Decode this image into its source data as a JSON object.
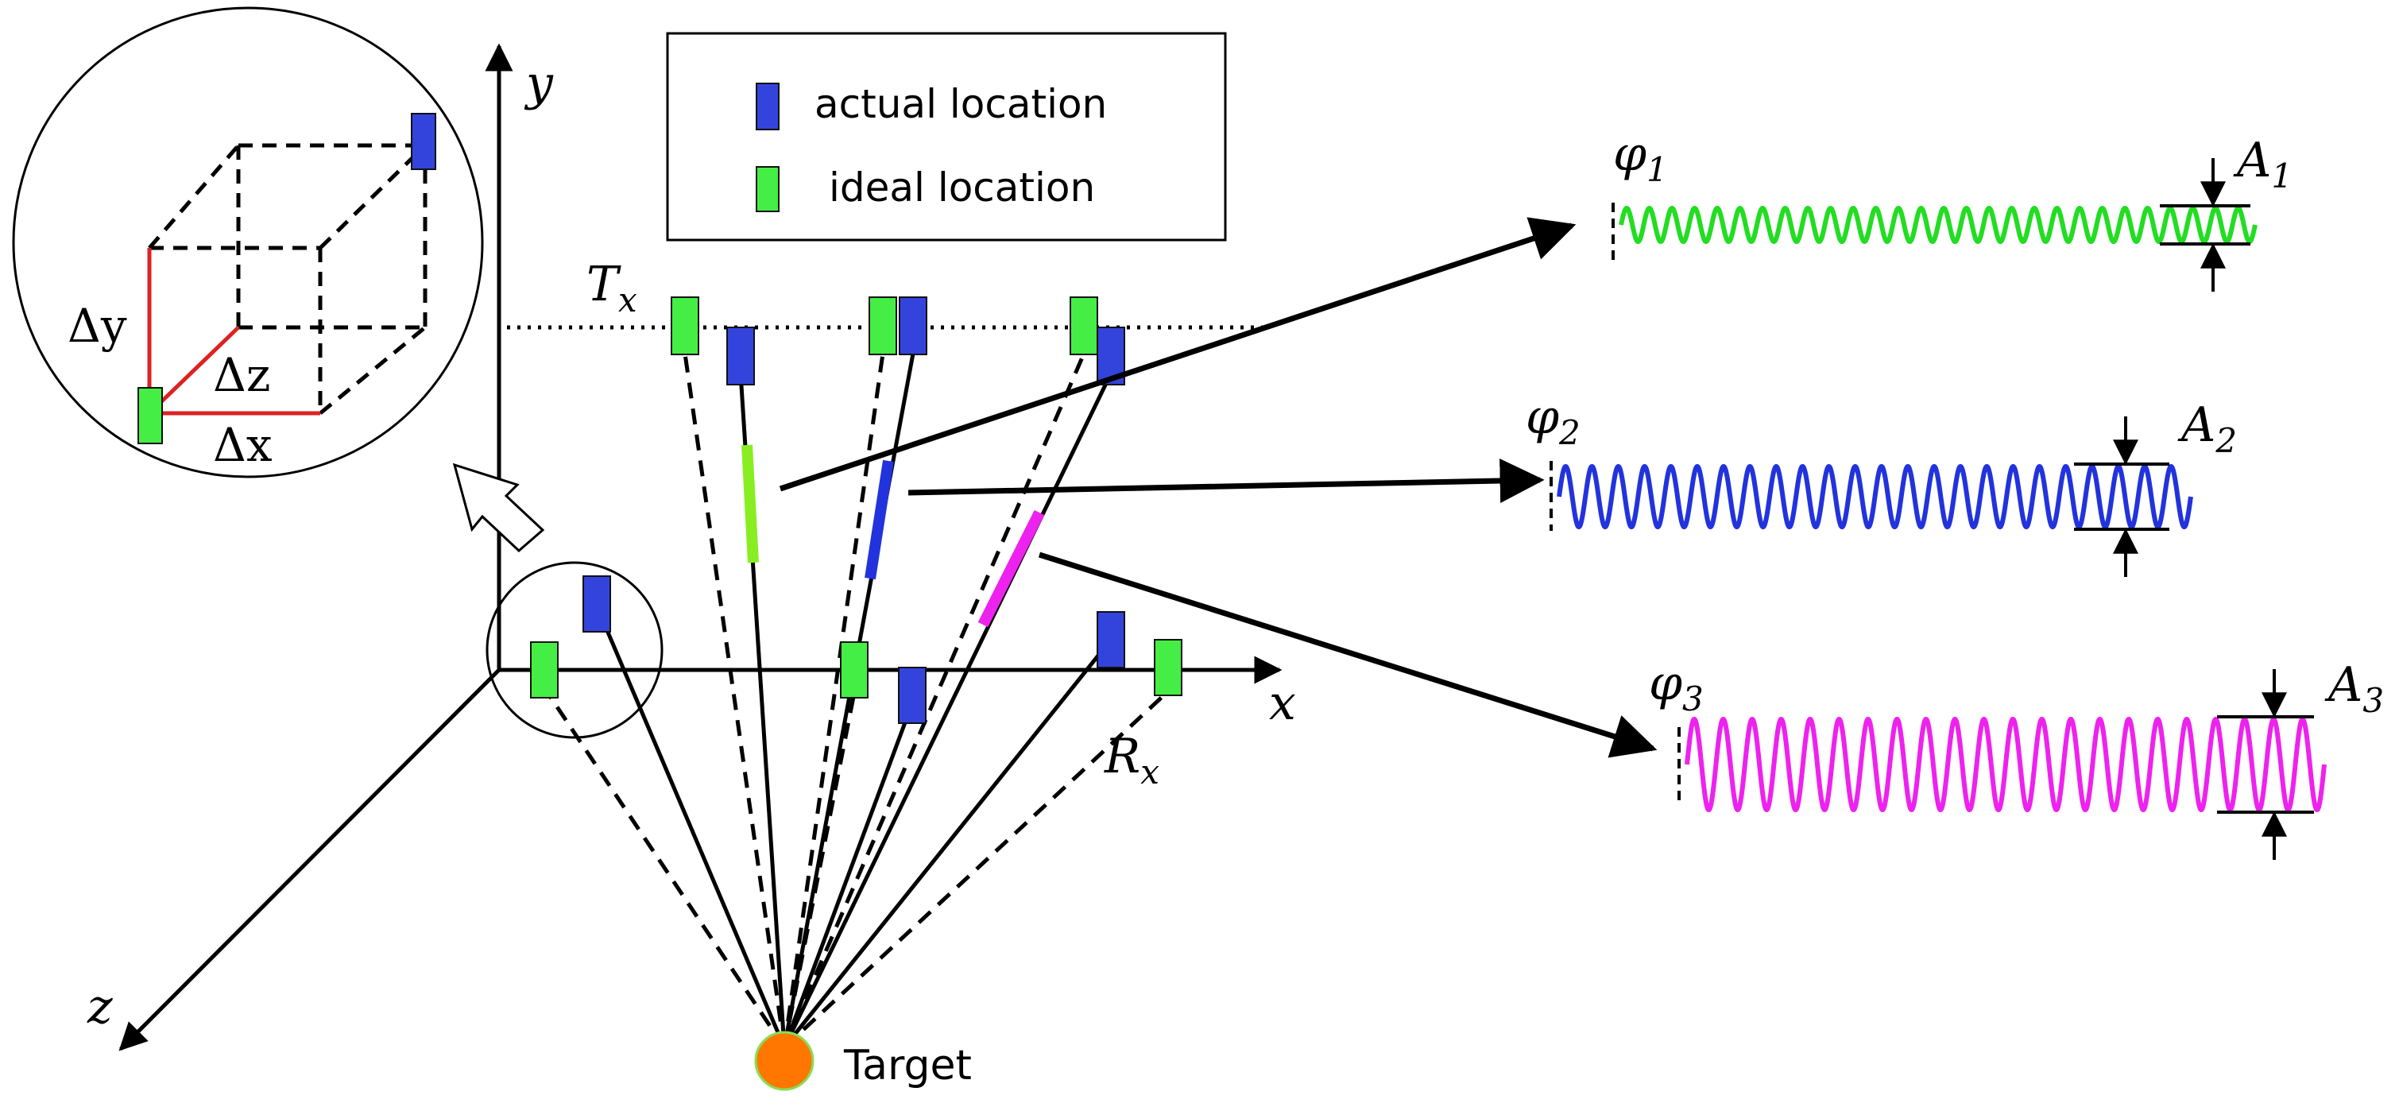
{
  "legend": {
    "actual_label": "actual location",
    "ideal_label": "ideal location"
  },
  "axes": {
    "x_label": "x",
    "y_label": "y",
    "z_label": "z"
  },
  "labels": {
    "tx": "T",
    "tx_sub": "x",
    "rx": "R",
    "rx_sub": "x",
    "target": "Target"
  },
  "inset": {
    "dx": "Δx",
    "dy": "Δy",
    "dz": "Δz"
  },
  "signals": [
    {
      "phase": "φ",
      "phase_sub": "1",
      "amp": "A",
      "amp_sub": "1",
      "color": "#22dd22"
    },
    {
      "phase": "φ",
      "phase_sub": "2",
      "amp": "A",
      "amp_sub": "2",
      "color": "#2233dd"
    },
    {
      "phase": "φ",
      "phase_sub": "3",
      "amp": "A",
      "amp_sub": "3",
      "color": "#ee22ee"
    }
  ],
  "colors": {
    "actual": "#3344dd",
    "ideal": "#44ee44",
    "target": "#ff7700",
    "inset_edges": "#dd2222"
  }
}
